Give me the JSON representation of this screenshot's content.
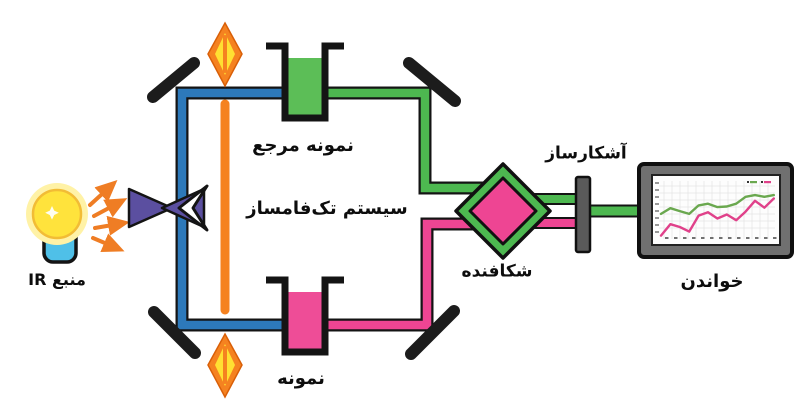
{
  "labels": {
    "source": "منبع IR",
    "reference_sample": "نمونه مرجع",
    "monochromator": "سیستم تک‌فامساز",
    "sample": "نمونه",
    "splitter": "شکافنده",
    "detector": "آشکارساز",
    "readout": "خواندن"
  },
  "colors": {
    "beam_blue": "#2d79ba",
    "beam_green": "#4db850",
    "beam_pink": "#ee4593",
    "chopper_orange": "#f58220",
    "chopper_yellow": "#ffe032",
    "prism_purple": "#5b4fa0",
    "bulb_yellow": "#ffe33c",
    "bulb_base_cyan": "#4fc0e8",
    "mirror_black": "#1c1c1c",
    "detector_gray": "#5a5a5a",
    "monitor_frame_gray": "#707070"
  },
  "chart_data": {
    "type": "line",
    "x": [
      0,
      1,
      2,
      3,
      4,
      5,
      6,
      7,
      8,
      9,
      10,
      11,
      12
    ],
    "series": [
      {
        "name": "green",
        "color": "#6aa84f",
        "values": [
          44,
          54,
          49,
          44,
          59,
          62,
          56,
          57,
          62,
          74,
          77,
          74,
          77
        ]
      },
      {
        "name": "pink",
        "color": "#e0418a",
        "values": [
          6,
          26,
          21,
          13,
          41,
          47,
          36,
          43,
          33,
          48,
          67,
          55,
          71
        ]
      }
    ],
    "title": "",
    "xlabel": "",
    "ylabel": "",
    "ylim": [
      0,
      100
    ],
    "grid": true,
    "legend_position": "top-right",
    "tick_labels_legible": false
  }
}
